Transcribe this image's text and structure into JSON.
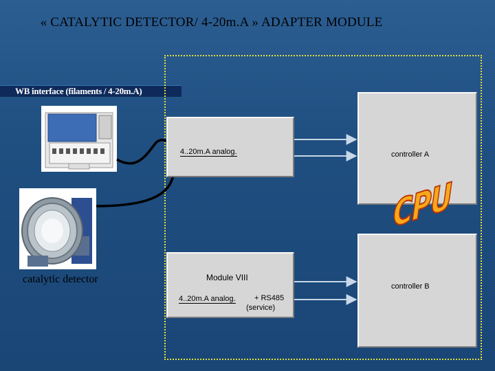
{
  "title": "« CATALYTIC DETECTOR/ 4-20m.A » ADAPTER MODULE",
  "wb_banner": "WB interface (filaments / 4-20m.A)",
  "catalytic_detector": "catalytic detector",
  "module_a": {
    "label": "4..20m.A analog."
  },
  "module_b": {
    "title": "Module VIII",
    "line1": "4..20m.A analog.",
    "line2": "+ RS485",
    "line3": "(service)"
  },
  "controller_a": "controller A",
  "controller_b": "controller B",
  "cpu": "CPU",
  "colors": {
    "background": "#1f4e80",
    "frame": "#e0df3a",
    "cpu": "#f7a81b",
    "panel": "#d6d6d6"
  }
}
